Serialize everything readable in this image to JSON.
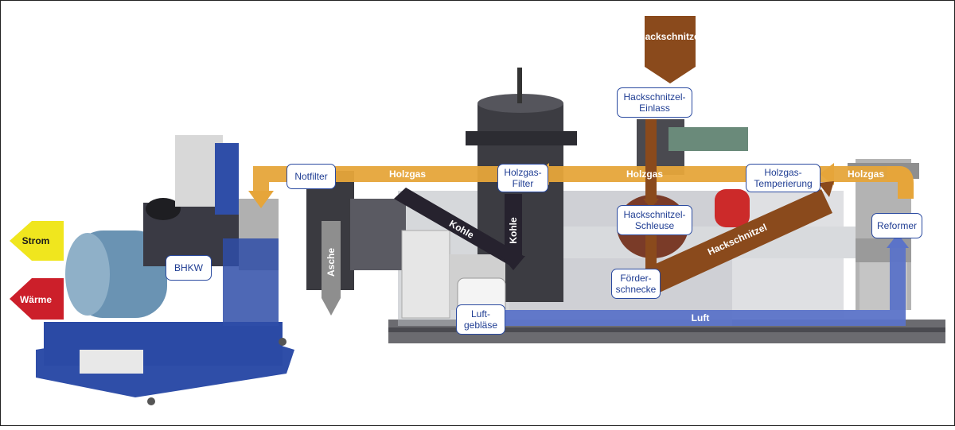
{
  "colors": {
    "holzgas": "#e6a53a",
    "hackschnitzel": "#8a4a1c",
    "luft": "#5b73c8",
    "kohle": "#26222e",
    "asche": "#8e8e8e",
    "strom": "#f0e61e",
    "waerme": "#cc1f2a",
    "label_text": "#1f3d93",
    "machine_blue": "#2f4ea8"
  },
  "arrows": {
    "strom": "Strom",
    "waerme": "Wärme",
    "hackschnitzel_top": "Hackschnitzel",
    "asche": "Asche"
  },
  "flows": {
    "holzgas_left": "Holzgas",
    "holzgas_middle": "Holzgas",
    "holzgas_right": "Holzgas",
    "kohle_diagonal": "Kohle",
    "kohle_vertical": "Kohle",
    "hackschnitzel_diagonal": "Hackschnitzel",
    "luft": "Luft"
  },
  "labels": {
    "bhkw": "BHKW",
    "notfilter": "Notfilter",
    "holzgas_filter": "Holzgas-\nFilter",
    "hackschnitzel_einlass": "Hackschnitzel-\nEinlass",
    "hackschnitzel_schleuse": "Hackschnitzel-\nSchleuse",
    "holzgas_temperierung": "Holzgas-\nTemperierung",
    "reformer": "Reformer",
    "foerderschnecke": "Förder-\nschnecke",
    "luftgeblaese": "Luft-\ngebläse"
  },
  "icons": [
    "engine-block-illustration",
    "gasifier-illustration",
    "reformer-illustration"
  ]
}
